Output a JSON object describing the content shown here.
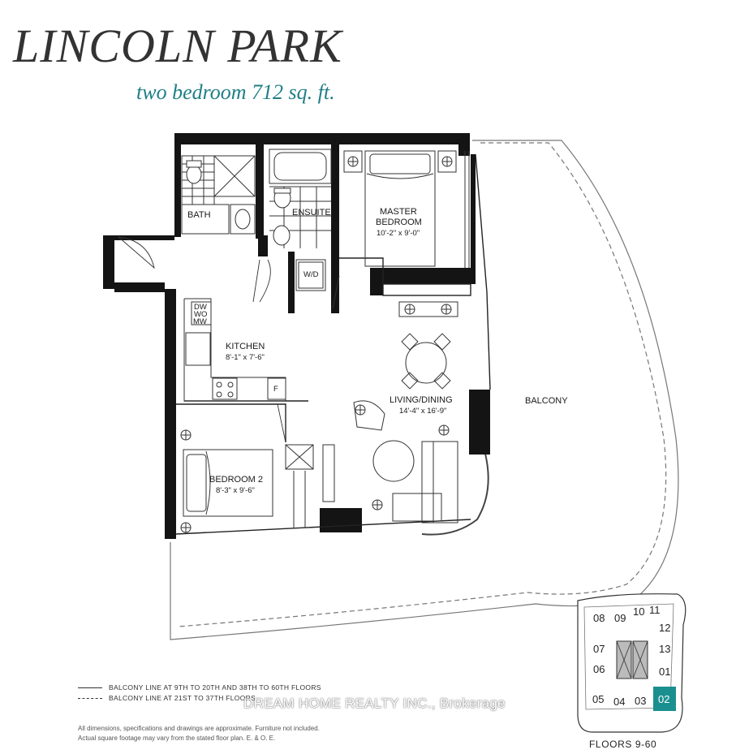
{
  "title": "LINCOLN PARK",
  "subtitle": "two bedroom 712 sq. ft.",
  "rooms": {
    "bath": "BATH",
    "ensuite": "ENSUITE",
    "wd": "W/D",
    "master_name_1": "MASTER",
    "master_name_2": "BEDROOM",
    "master_dim": "10'-2\" x 9'-0\"",
    "dw_1": "DW",
    "dw_2": "WO",
    "dw_3": "MW",
    "kitchen_name": "KITCHEN",
    "kitchen_dim": "8'-1\" x 7'-6\"",
    "fridge": "F",
    "living_name": "LIVING/DINING",
    "living_dim": "14'-4\" x 16'-9\"",
    "balcony": "BALCONY",
    "bedroom2_name": "BEDROOM 2",
    "bedroom2_dim": "8'-3\" x 9'-6\""
  },
  "legend": {
    "solid": "BALCONY LINE AT 9TH TO 20TH AND 38TH TO 60TH FLOORS",
    "dashed": "BALCONY LINE AT 21ST TO 37TH FLOORS"
  },
  "disclaimer": {
    "line1": "All dimensions, specifications and drawings are approximate. Furniture not included.",
    "line2": "Actual square footage may vary from the stated floor plan. E. & O. E."
  },
  "watermark": "DREAM HOME REALTY INC., Brokerage",
  "keyplan": {
    "units": [
      "08",
      "09",
      "10",
      "11",
      "12",
      "07",
      "13",
      "06",
      "01",
      "05",
      "04",
      "03",
      "02"
    ],
    "highlighted": "02",
    "highlight_color": "#1a8f8f",
    "floors_label": "FLOORS 9-60"
  }
}
